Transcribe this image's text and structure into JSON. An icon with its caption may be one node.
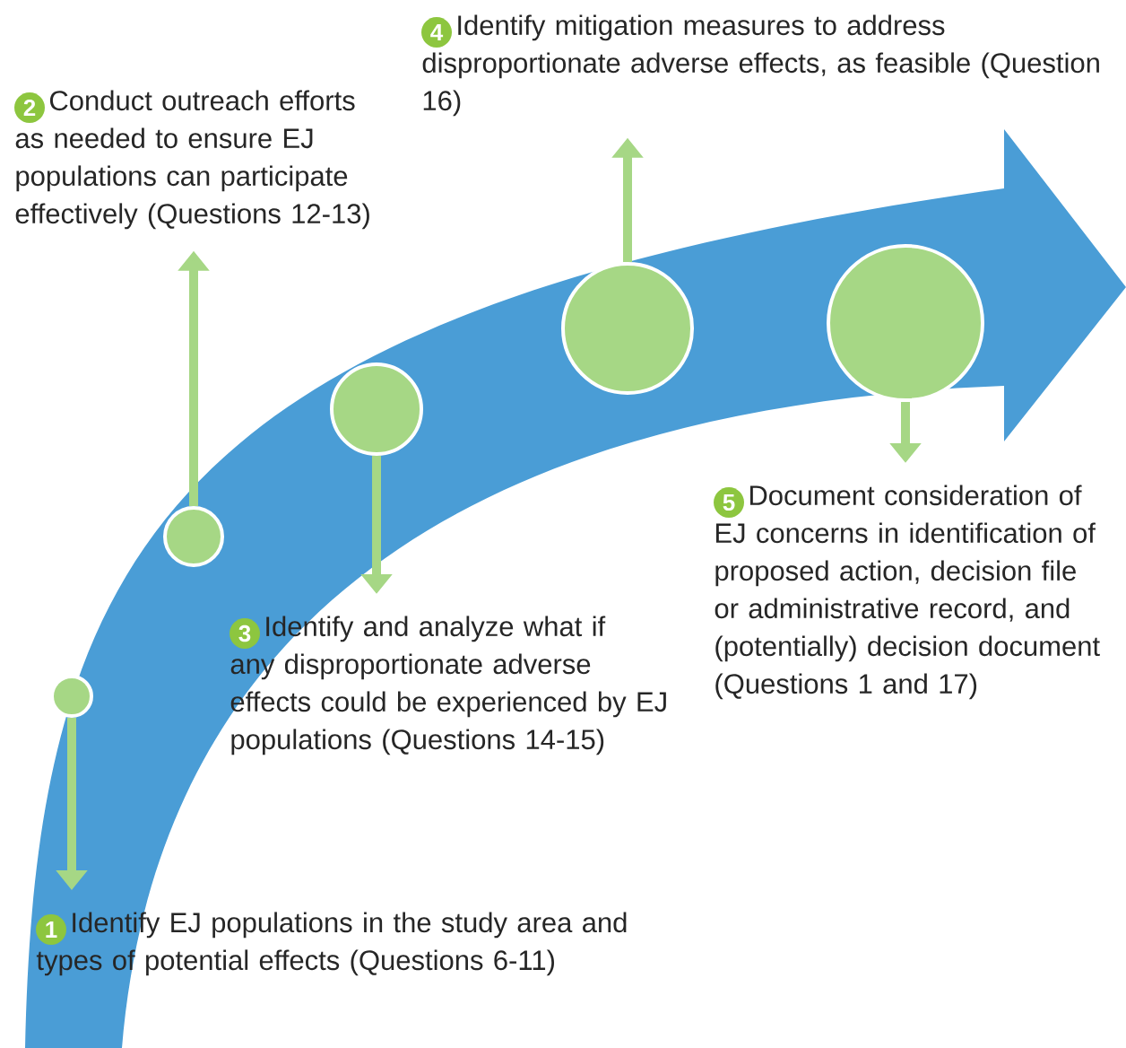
{
  "diagram": {
    "nodes": [
      {
        "text": [
          "1",
          "Identify EJ populations in the study area and types of potential effects (Questions 6-11)"
        ]
      },
      {
        "text": [
          "2",
          "Conduct outreach efforts as needed to ensure EJ populations can participate effectively (Questions 12-13)"
        ]
      },
      {
        "text": [
          "3",
          "Identify and analyze what if any disproportionate adverse effects could be experienced by EJ populations (Questions 14-15)"
        ]
      },
      {
        "text": [
          "4",
          "Identify mitigation measures to address disproportionate adverse effects, as feasible (Question 16)"
        ]
      },
      {
        "text": [
          "5",
          "Document consideration of EJ concerns in identification of proposed action, decision file or administrative record, and (potentially) decision document (Questions 1 and 17)"
        ]
      },
      {
        "text": [],
        "shape": "circle"
      },
      {
        "text": [],
        "shape": "circle"
      },
      {
        "text": [],
        "shape": "circle"
      },
      {
        "text": [],
        "shape": "circle"
      },
      {
        "text": [],
        "shape": "circle"
      }
    ],
    "edges": [
      {
        "from": 5,
        "to": 0,
        "arrow": "to"
      },
      {
        "from": 6,
        "to": 1,
        "arrow": "to"
      },
      {
        "from": 7,
        "to": 2,
        "arrow": "to"
      },
      {
        "from": 8,
        "to": 3,
        "arrow": "to"
      },
      {
        "from": 9,
        "to": 4,
        "arrow": "to"
      }
    ]
  }
}
